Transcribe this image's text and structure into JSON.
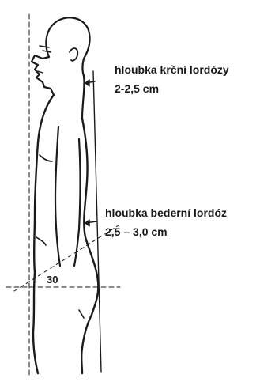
{
  "labels": {
    "cervical_title": "hloubka krční lordózy",
    "cervical_value": "2-2,5 cm",
    "lumbar_title": "hloubka bederní lordóz",
    "lumbar_value": "2,5 – 3,0 cm",
    "angle": "30"
  },
  "colors": {
    "ink": "#1a1a1a",
    "background": "#ffffff"
  }
}
